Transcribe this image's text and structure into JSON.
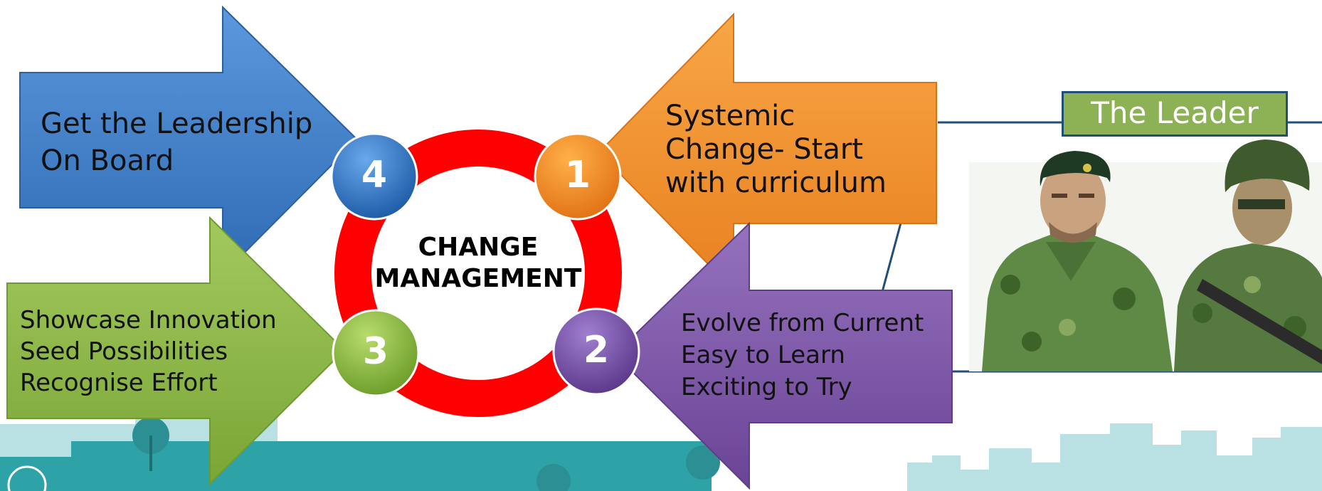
{
  "diagram": {
    "center_label": [
      "CHANGE",
      "MANAGEMENT"
    ],
    "steps": [
      {
        "number": "1",
        "lines": [
          "Systemic",
          "Change- Start",
          "with curriculum"
        ],
        "color": "#f39130"
      },
      {
        "number": "2",
        "lines": [
          "Evolve from Current",
          "Easy to Learn",
          "Exciting to Try"
        ],
        "color": "#7d56a7"
      },
      {
        "number": "3",
        "lines": [
          "Showcase Innovation",
          "Seed Possibilities",
          "Recognise Effort"
        ],
        "color": "#8fba45"
      },
      {
        "number": "4",
        "lines": [
          "Get the Leadership",
          "On Board"
        ],
        "color": "#3e7dc6"
      }
    ],
    "ring_color": "#ff0000"
  },
  "side_panel": {
    "title": "The Leader",
    "image": "two-soldiers-illustration"
  }
}
